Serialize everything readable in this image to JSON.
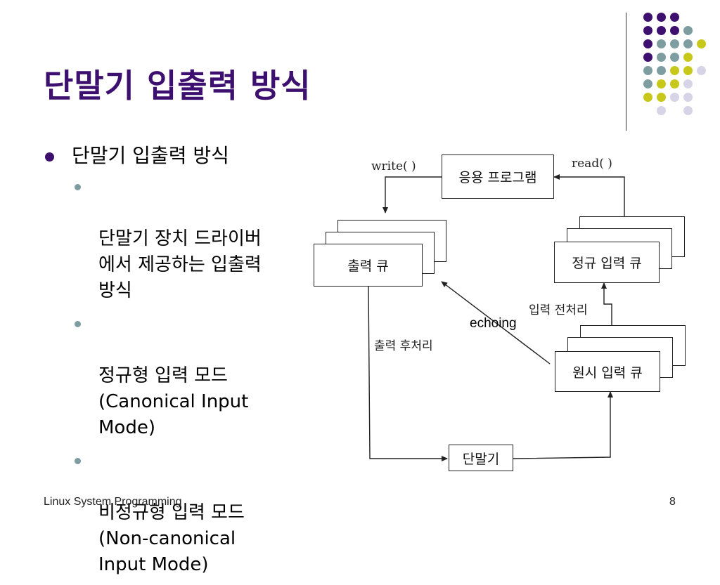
{
  "title": "단말기 입출력 방식",
  "bullets": {
    "main": "단말기 입출력 방식",
    "sub": [
      "단말기 장치 드라이버\n에서 제공하는 입출력\n방식",
      "정규형 입력 모드\n(Canonical Input\nMode)",
      "비정규형 입력 모드\n(Non-canonical\nInput Mode)"
    ]
  },
  "diagram": {
    "app": "응용 프로그램",
    "write": "write( )",
    "read": "read( )",
    "output_queue": "출력 큐",
    "canonical_queue": "정규 입력 큐",
    "raw_queue": "원시 입력 큐",
    "terminal": "단말기",
    "output_post": "출력 후처리",
    "input_pre": "입력 전처리",
    "echoing": "echoing"
  },
  "footer": {
    "course": "Linux System Programming",
    "page": "8"
  },
  "colors": {
    "title": "#3d0f6e",
    "purple": "#3d0f6e",
    "teal": "#7d9da1",
    "yellow": "#c8c81a",
    "lavender": "#d7d4e8"
  }
}
